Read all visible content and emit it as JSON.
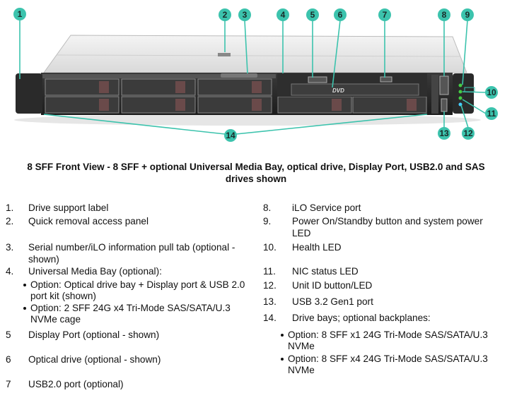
{
  "figure": {
    "callouts": [
      "1",
      "2",
      "3",
      "4",
      "5",
      "6",
      "7",
      "8",
      "9",
      "10",
      "11",
      "12",
      "13",
      "14"
    ],
    "accent_color": "#3cc3ad"
  },
  "caption": {
    "line1": "8 SFF Front View - 8 SFF + optional Universal Media Bay, optical drive, Display Port, USB2.0 and SAS",
    "line2": "drives shown"
  },
  "left_list": [
    {
      "num": "1.",
      "text": "Drive support label"
    },
    {
      "num": "2.",
      "text": "Quick removal access panel"
    },
    {
      "num": "3.",
      "text": "Serial number/iLO information pull tab (optional -",
      "text2": "shown)"
    },
    {
      "num": "4.",
      "text": "Universal Media Bay (optional):",
      "bullets": [
        {
          "text": "Option: Optical drive bay + Display port & USB 2.0",
          "text2": "port kit (shown)"
        },
        {
          "text": "Option: 2 SFF 24G x4 Tri-Mode SAS/SATA/U.3",
          "text2": "NVMe cage"
        }
      ]
    },
    {
      "num": "5",
      "text": "Display Port (optional - shown)"
    },
    {
      "num": "6",
      "text": "Optical drive (optional - shown)"
    },
    {
      "num": "7",
      "text": "USB2.0 port (optional)"
    }
  ],
  "right_list": [
    {
      "num": "8.",
      "text": "iLO Service port"
    },
    {
      "num": "9.",
      "text": "Power On/Standby button and system power",
      "text2": "LED"
    },
    {
      "num": "10.",
      "text": "Health LED"
    },
    {
      "num": "11.",
      "text": "NIC status LED"
    },
    {
      "num": "12.",
      "text": "Unit ID button/LED"
    },
    {
      "num": "13.",
      "text": "USB 3.2 Gen1 port"
    },
    {
      "num": "14.",
      "text": "Drive bays; optional backplanes:",
      "bullets": [
        {
          "text": "Option: 8 SFF x1 24G Tri-Mode SAS/SATA/U.3",
          "text2": "NVMe"
        },
        {
          "text": "Option: 8 SFF x4  24G Tri-Mode SAS/SATA/U.3",
          "text2": "NVMe"
        }
      ]
    }
  ]
}
